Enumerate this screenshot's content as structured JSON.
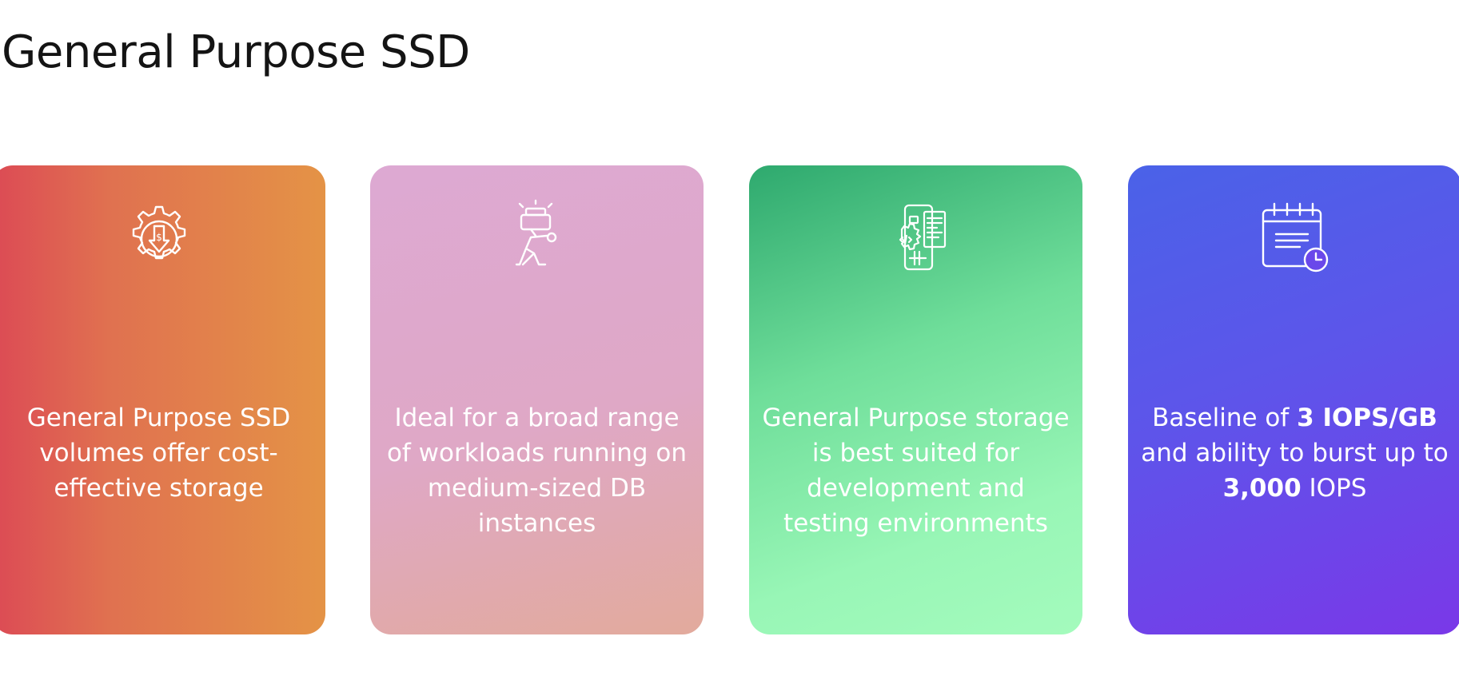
{
  "page": {
    "title": "General Purpose SSD"
  },
  "cards": [
    {
      "icon": "gear-dollar-down-icon",
      "text": "General Purpose SSD volumes offer cost-effective storage",
      "colors": [
        "#dc4a55",
        "#e49346"
      ]
    },
    {
      "icon": "person-carrying-load-icon",
      "text": "Ideal for a broad range of workloads running on medium-sized DB instances",
      "colors": [
        "#dda9d3",
        "#e2aa9c"
      ]
    },
    {
      "icon": "mobile-development-icon",
      "text": "General Purpose storage is best suited for development and testing environments",
      "colors": [
        "#2ea96e",
        "#a4fbbd"
      ]
    },
    {
      "icon": "calendar-clock-icon",
      "text_parts": {
        "p1": "Baseline of ",
        "b1": "3 IOPS/GB",
        "p2": " and ability to burst up to ",
        "b2": "3,000",
        "p3": " IOPS"
      },
      "colors": [
        "#4a62e8",
        "#7a38e8"
      ]
    }
  ]
}
